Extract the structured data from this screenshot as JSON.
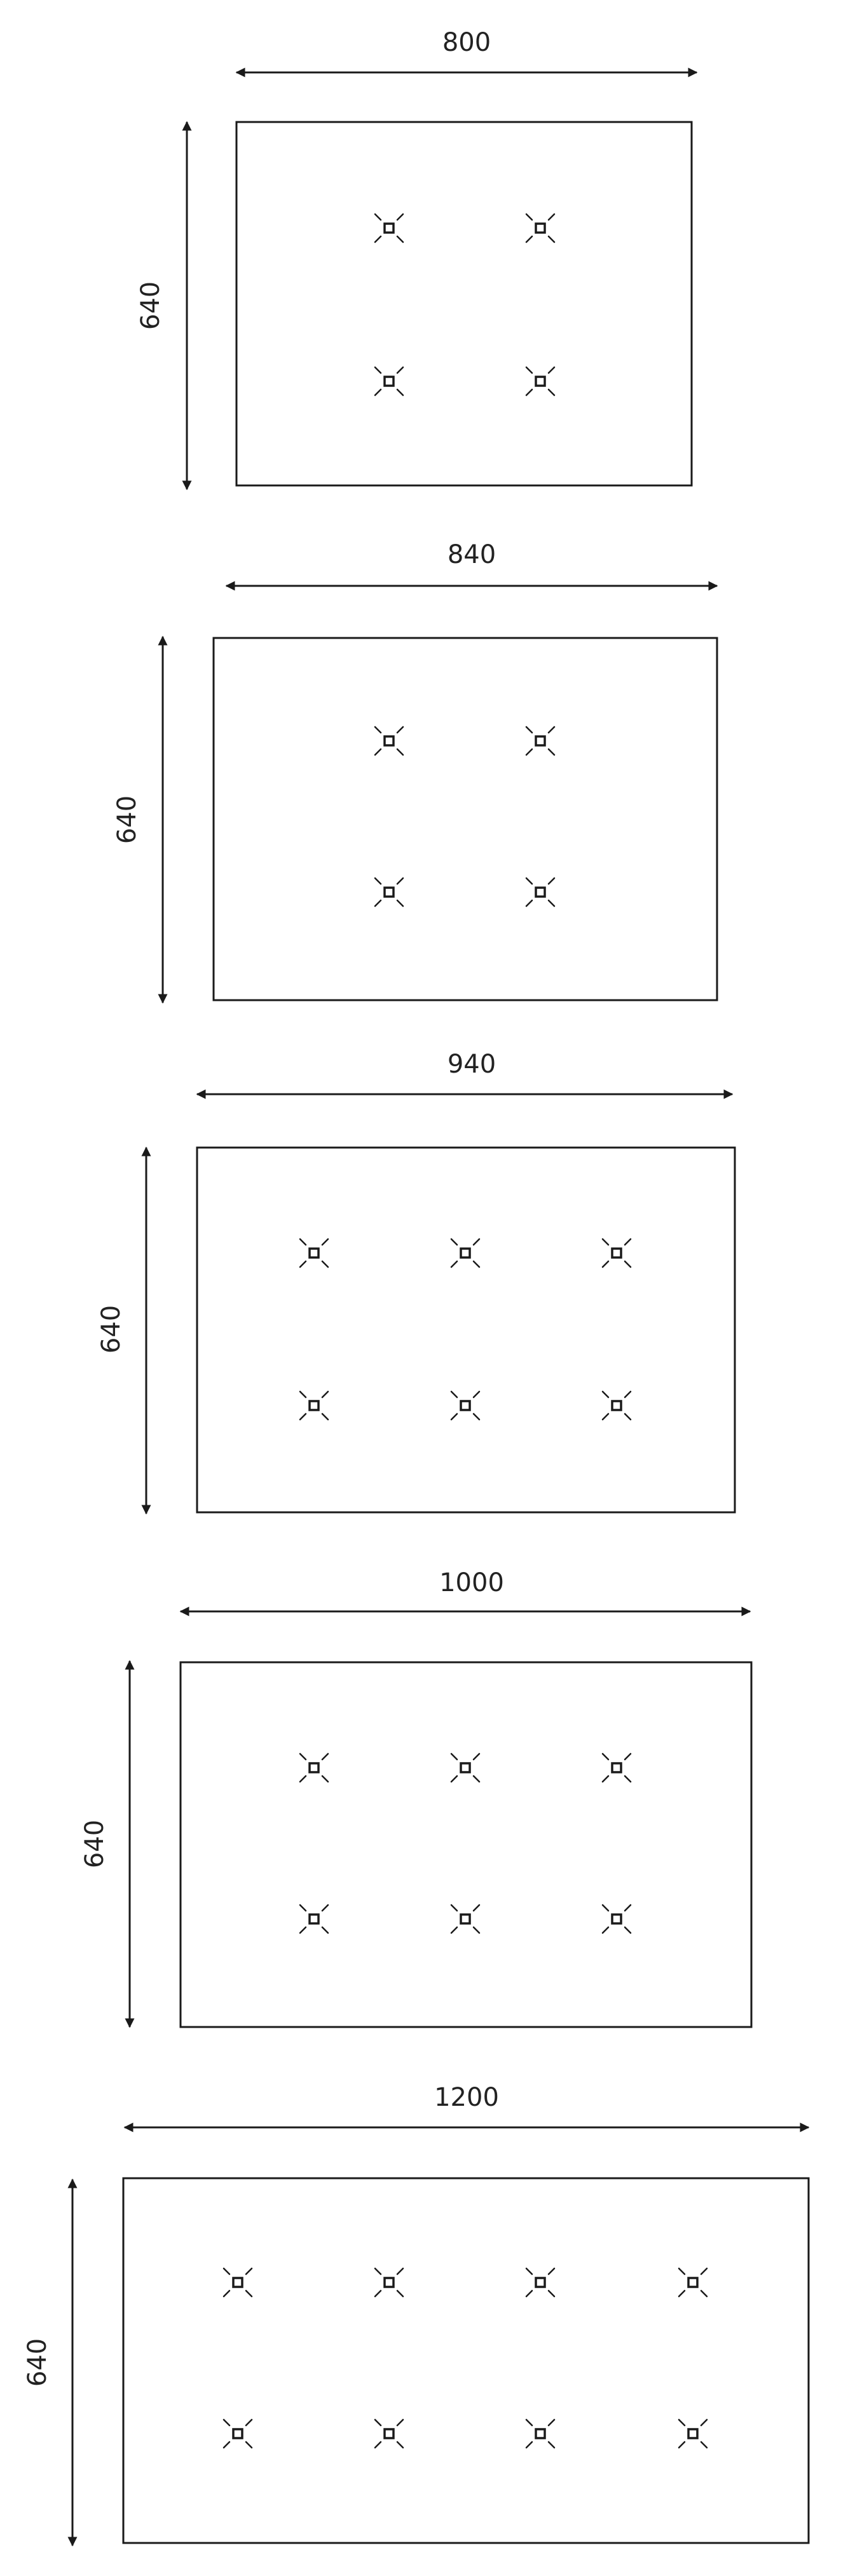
{
  "diagrams": [
    {
      "width_label": "800",
      "height_label": "640",
      "columns": 2,
      "rows": 2
    },
    {
      "width_label": "840",
      "height_label": "640",
      "columns": 2,
      "rows": 2
    },
    {
      "width_label": "940",
      "height_label": "640",
      "columns": 3,
      "rows": 2
    },
    {
      "width_label": "1000",
      "height_label": "640",
      "columns": 3,
      "rows": 2
    },
    {
      "width_label": "1200",
      "height_label": "640",
      "columns": 4,
      "rows": 2
    }
  ],
  "colors": {
    "line": "#1a1a1a",
    "background": "#ffffff"
  },
  "icons": {
    "mount_point": "mount-point-icon"
  }
}
